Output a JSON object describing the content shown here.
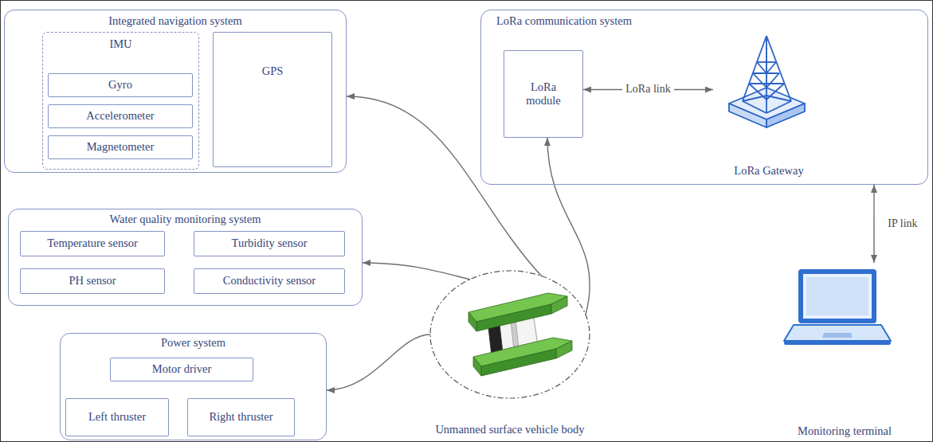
{
  "diagram": {
    "nodes": [
      {
        "text": [
          "Integrated navigation system"
        ]
      },
      {
        "text": [
          "IMU"
        ],
        "in": 0
      },
      {
        "text": [
          "Gyro"
        ],
        "in": 1
      },
      {
        "text": [
          "Accelerometer"
        ],
        "in": 1
      },
      {
        "text": [
          "Magnetometer"
        ],
        "in": 1
      },
      {
        "text": [
          "GPS"
        ],
        "in": 0
      },
      {
        "text": [
          "LoRa communication system"
        ]
      },
      {
        "text": [
          "LoRa module"
        ],
        "in": 6
      },
      {
        "text": [
          "LoRa Gateway"
        ],
        "in": 6
      },
      {
        "text": [
          "Water quality monitoring system"
        ]
      },
      {
        "text": [
          "Temperature sensor"
        ],
        "in": 9
      },
      {
        "text": [
          "Turbidity sensor"
        ],
        "in": 9
      },
      {
        "text": [
          "PH sensor"
        ],
        "in": 9
      },
      {
        "text": [
          "Conductivity sensor"
        ],
        "in": 9
      },
      {
        "text": [
          "Power system"
        ]
      },
      {
        "text": [
          "Motor driver"
        ],
        "in": 14
      },
      {
        "text": [
          "Left thruster"
        ],
        "in": 14
      },
      {
        "text": [
          "Right thruster"
        ],
        "in": 14
      },
      {
        "text": [
          "Unmanned surface vehicle body"
        ]
      },
      {
        "text": [
          "Monitoring terminal"
        ]
      }
    ],
    "edges": [
      {
        "from": 18,
        "to": 0,
        "arrow": "to"
      },
      {
        "from": 18,
        "to": 7,
        "arrow": "to"
      },
      {
        "from": 18,
        "to": 9,
        "arrow": "to"
      },
      {
        "from": 18,
        "to": 14,
        "arrow": "to"
      },
      {
        "from": 7,
        "to": 8,
        "label": "LoRa link",
        "arrow": "both"
      },
      {
        "from": 6,
        "to": 19,
        "label": "IP link",
        "arrow": "both"
      }
    ]
  }
}
